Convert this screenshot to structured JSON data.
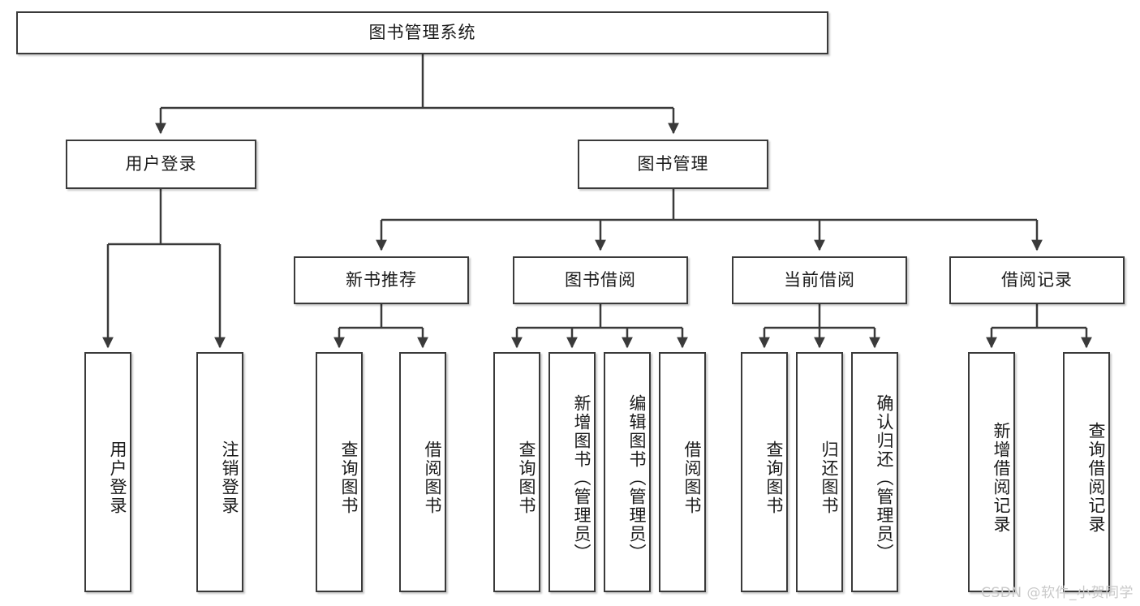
{
  "diagram": {
    "title": "图书管理系统",
    "type": "tree-hierarchy-diagram",
    "root": {
      "id": "root",
      "label": "图书管理系统"
    },
    "level2": [
      {
        "id": "user-login",
        "label": "用户登录"
      },
      {
        "id": "book-management",
        "label": "图书管理"
      }
    ],
    "level3": [
      {
        "id": "new-book-recommend",
        "label": "新书推荐",
        "parent": "book-management"
      },
      {
        "id": "book-borrow",
        "label": "图书借阅",
        "parent": "book-management"
      },
      {
        "id": "current-borrow",
        "label": "当前借阅",
        "parent": "book-management"
      },
      {
        "id": "borrow-record",
        "label": "借阅记录",
        "parent": "book-management"
      }
    ],
    "leaves": [
      {
        "id": "leaf-user-login",
        "label": "用户登录",
        "parent": "user-login"
      },
      {
        "id": "leaf-logout-login",
        "label": "注销登录",
        "parent": "user-login"
      },
      {
        "id": "leaf-query-book-1",
        "label": "查询图书",
        "parent": "new-book-recommend"
      },
      {
        "id": "leaf-borrow-book-1",
        "label": "借阅图书",
        "parent": "new-book-recommend"
      },
      {
        "id": "leaf-query-book-2",
        "label": "查询图书",
        "parent": "book-borrow"
      },
      {
        "id": "leaf-add-book",
        "label": "新增图书（管理员）",
        "parent": "book-borrow"
      },
      {
        "id": "leaf-edit-book",
        "label": "编辑图书（管理员）",
        "parent": "book-borrow"
      },
      {
        "id": "leaf-borrow-book-2",
        "label": "借阅图书",
        "parent": "book-borrow"
      },
      {
        "id": "leaf-query-book-3",
        "label": "查询图书",
        "parent": "current-borrow"
      },
      {
        "id": "leaf-return-book",
        "label": "归还图书",
        "parent": "current-borrow"
      },
      {
        "id": "leaf-confirm-return",
        "label": "确认归还（管理员）",
        "parent": "current-borrow"
      },
      {
        "id": "leaf-add-record",
        "label": "新增借阅记录",
        "parent": "borrow-record"
      },
      {
        "id": "leaf-query-record",
        "label": "查询借阅记录",
        "parent": "borrow-record"
      }
    ],
    "colors": {
      "stroke": "#3a3a3a",
      "fill": "#ffffff",
      "text": "#1a1a1a",
      "watermark": "#c9c9c9"
    }
  },
  "watermark": {
    "text": "CSDN @软件_小贺同学"
  }
}
